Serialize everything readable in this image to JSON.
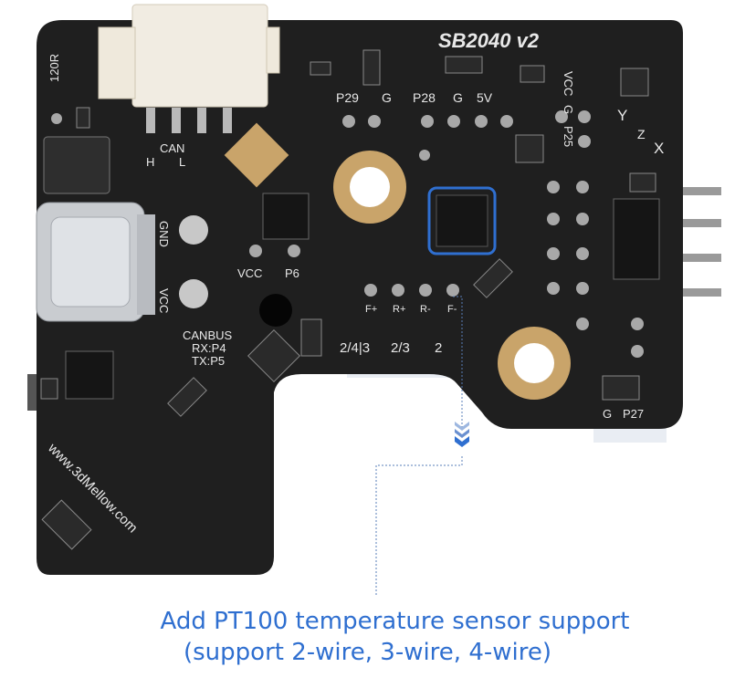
{
  "board": {
    "model": "SB2040 v2",
    "website": "www.3dMellow.com",
    "silkscreen": {
      "r120": "120R",
      "can": "CAN",
      "can_h": "H",
      "can_l": "L",
      "gnd": "GND",
      "vcc_left": "VCC",
      "vcc_mid": "VCC",
      "p6": "P6",
      "p29": "P29",
      "g_top": "G",
      "p28": "P28",
      "g_top2": "G",
      "v5": "5V",
      "vcc_right": "VCC",
      "g_right": "G",
      "p25": "P25",
      "axis_y": "Y",
      "axis_z": "Z",
      "axis_x": "X",
      "canbus": "CANBUS",
      "rx": "RX:P4",
      "tx": "TX:P5",
      "f_plus": "F+",
      "r_plus": "R+",
      "r_minus": "R-",
      "f_minus": "F-",
      "wire_243": "2/4|3",
      "wire_23": "2/3",
      "wire_2": "2",
      "g_bottom": "G",
      "p27": "P27"
    },
    "colors": {
      "pcb": "#1f1f1f",
      "silk": "#e8e8e8",
      "gold": "#c9a46a",
      "callout": "#2f6fd0"
    }
  },
  "caption": {
    "line1": "Add PT100 temperature sensor support",
    "line2": "(support 2-wire, 3-wire, 4-wire)"
  }
}
